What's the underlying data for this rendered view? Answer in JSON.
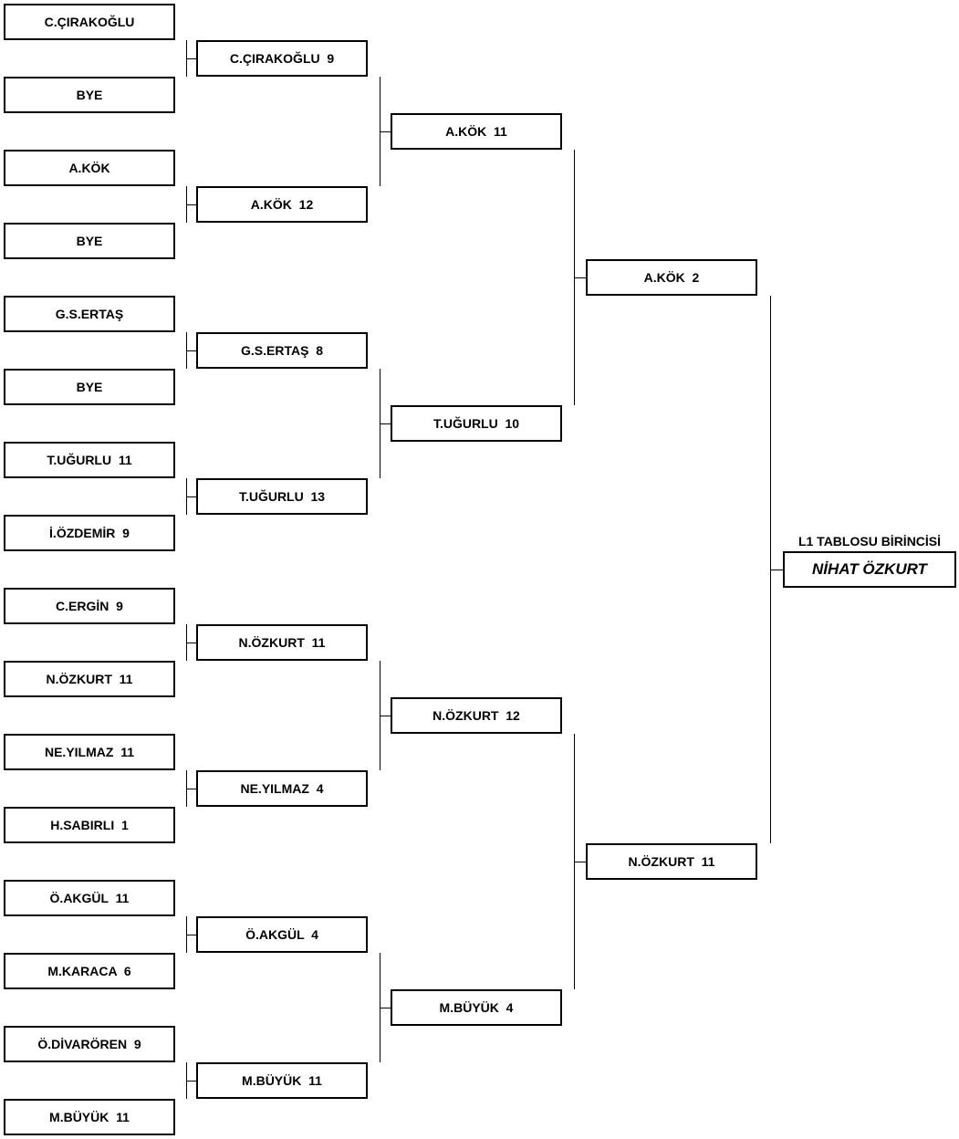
{
  "rounds": [
    [
      "C.ÇIRAKOĞLU",
      "BYE",
      "A.KÖK",
      "BYE",
      "G.S.ERTAŞ",
      "BYE",
      "T.UĞURLU  11",
      "İ.ÖZDEMİR  9",
      "C.ERGİN  9",
      "N.ÖZKURT  11",
      "NE.YILMAZ  11",
      "H.SABIRLI  1",
      "Ö.AKGÜL  11",
      "M.KARACA  6",
      "Ö.DİVARÖREN  9",
      "M.BÜYÜK  11"
    ],
    [
      "C.ÇIRAKOĞLU  9",
      "A.KÖK  12",
      "G.S.ERTAŞ  8",
      "T.UĞURLU  13",
      "N.ÖZKURT  11",
      "NE.YILMAZ  4",
      "Ö.AKGÜL  4",
      "M.BÜYÜK  11"
    ],
    [
      "A.KÖK  11",
      "T.UĞURLU  10",
      "N.ÖZKURT  12",
      "M.BÜYÜK  4"
    ],
    [
      "A.KÖK  2",
      "N.ÖZKURT  11"
    ]
  ],
  "champion": {
    "label": "L1 TABLOSU BİRİNCİSİ",
    "name": "NİHAT ÖZKURT"
  },
  "colors": {
    "line": "#000000",
    "box_border": "#000000",
    "background": "#ffffff"
  }
}
